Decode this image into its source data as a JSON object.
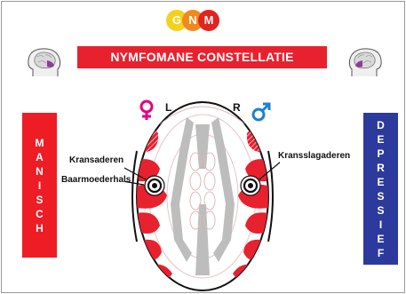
{
  "logo": {
    "letters": [
      "G",
      "N",
      "M"
    ],
    "colors": [
      "#f4d11c",
      "#f08a1e",
      "#e3231f"
    ]
  },
  "title": "NYMFOMANE CONSTELLATIE",
  "left_bar": {
    "text": "MANISCH",
    "color": "#ee1c24"
  },
  "right_bar": {
    "text": "DEPRESSIEF",
    "color": "#2b3a9c"
  },
  "labels": {
    "left_side": "L",
    "right_side": "R",
    "kransaderen": "Kransaderen",
    "baarmoederhals": "Baarmoederhals",
    "kransslagaderen": "Kransslagaderen"
  },
  "icons": {
    "female_symbol": "female-symbol-icon",
    "male_symbol": "male-symbol-icon",
    "head_left": "brain-head-icon",
    "head_right": "brain-head-icon"
  },
  "colors": {
    "red": "#e8212e",
    "blue": "#2b3a9c",
    "female": "#e4007c",
    "male": "#1f7fd0"
  }
}
